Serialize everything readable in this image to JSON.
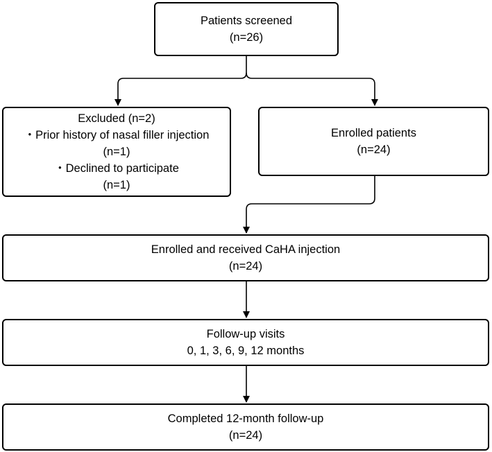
{
  "flowchart": {
    "screened": {
      "title": "Patients screened",
      "count": "(n=26)"
    },
    "excluded": {
      "title": "Excluded (n=2)",
      "reason_1": "・Prior history of nasal filler injection",
      "reason_1_count": "(n=1)",
      "reason_2": "・Declined to participate",
      "reason_2_count": "(n=1)"
    },
    "enrolled": {
      "title": "Enrolled patients",
      "count": "(n=24)"
    },
    "received": {
      "title": "Enrolled and received CaHA injection",
      "count": "(n=24)"
    },
    "followup": {
      "title": "Follow-up visits",
      "schedule": "0, 1, 3, 6, 9, 12 months"
    },
    "completed": {
      "title": "Completed 12-month follow-up",
      "count": "(n=24)"
    }
  },
  "colors": {
    "line": "#000000",
    "box_border": "#000000",
    "background": "#ffffff"
  }
}
